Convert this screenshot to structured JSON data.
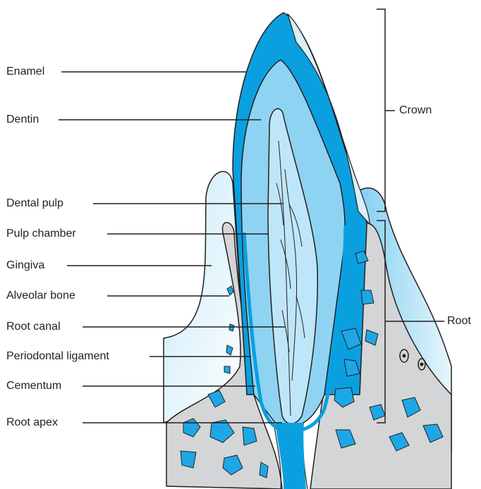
{
  "diagram": {
    "labels": {
      "enamel": "Enamel",
      "dentin": "Dentin",
      "dental_pulp": "Dental pulp",
      "pulp_chamber": "Pulp chamber",
      "gingiva": "Gingiva",
      "alveolar_bone": "Alveolar bone",
      "root_canal": "Root canal",
      "periodontal_ligament": "Periodontal ligament",
      "cementum": "Cementum",
      "root_apex": "Root apex",
      "crown": "Crown",
      "root": "Root"
    },
    "colors": {
      "enamel": "#0aa0e0",
      "dentin": "#8fd3f2",
      "pulp": "#bfe6f8",
      "gingiva": "#a9def5",
      "bone": "#d4d5d6",
      "bone_pore": "#1ea7e6",
      "outline": "#231f20"
    }
  }
}
